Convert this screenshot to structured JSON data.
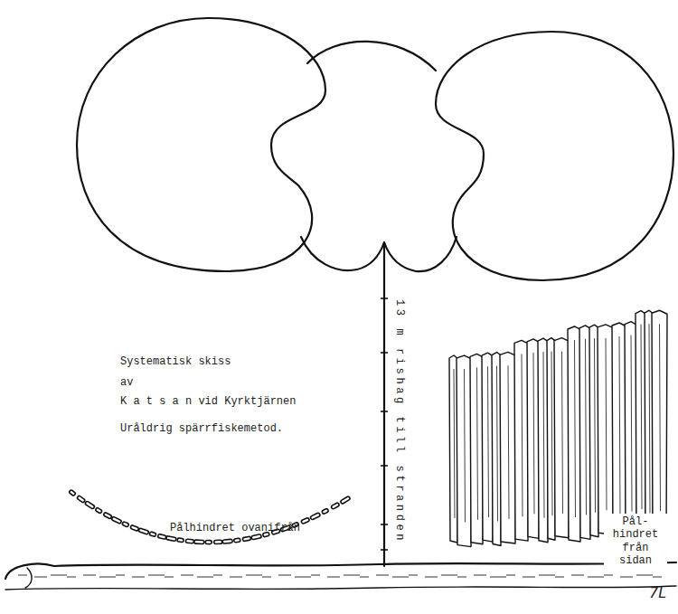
{
  "diagram": {
    "title": "Systematisk skiss",
    "labels": [
      "av",
      "K a t s a n vid Kyrktjärnen",
      "Uråldrig spärrfiskemetod.",
      "13 m rishag till stranden",
      "Pålhindret ovanifrån",
      "Pål- hindret från sidan",
      "7L"
    ]
  }
}
